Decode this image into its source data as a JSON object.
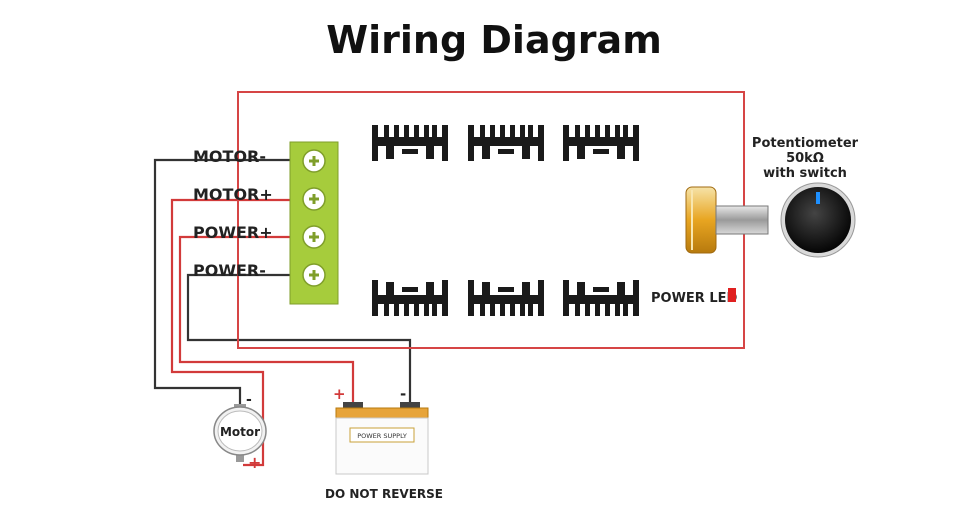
{
  "title": "Wiring Diagram",
  "terminals": [
    {
      "label": "MOTOR-"
    },
    {
      "label": "MOTOR+"
    },
    {
      "label": "POWER+"
    },
    {
      "label": "POWER-"
    }
  ],
  "potentiometer": {
    "line1": "Potentiometer",
    "line2": "50kΩ",
    "line3": "with switch"
  },
  "power_led_label": "POWER LED",
  "motor_label": "Motor",
  "motor_minus": "-",
  "motor_plus": "+",
  "battery_plus": "+",
  "battery_minus": "-",
  "battery_label": "POWER SUPPLY",
  "warning": "DO NOT REVERSE",
  "colors": {
    "board_outline": "#d64545",
    "terminal_block": "#a6cc3c",
    "knob_shaft": "#e8a521",
    "wire_red": "#d23a3a",
    "wire_black": "#333333",
    "led": "#e02020"
  }
}
